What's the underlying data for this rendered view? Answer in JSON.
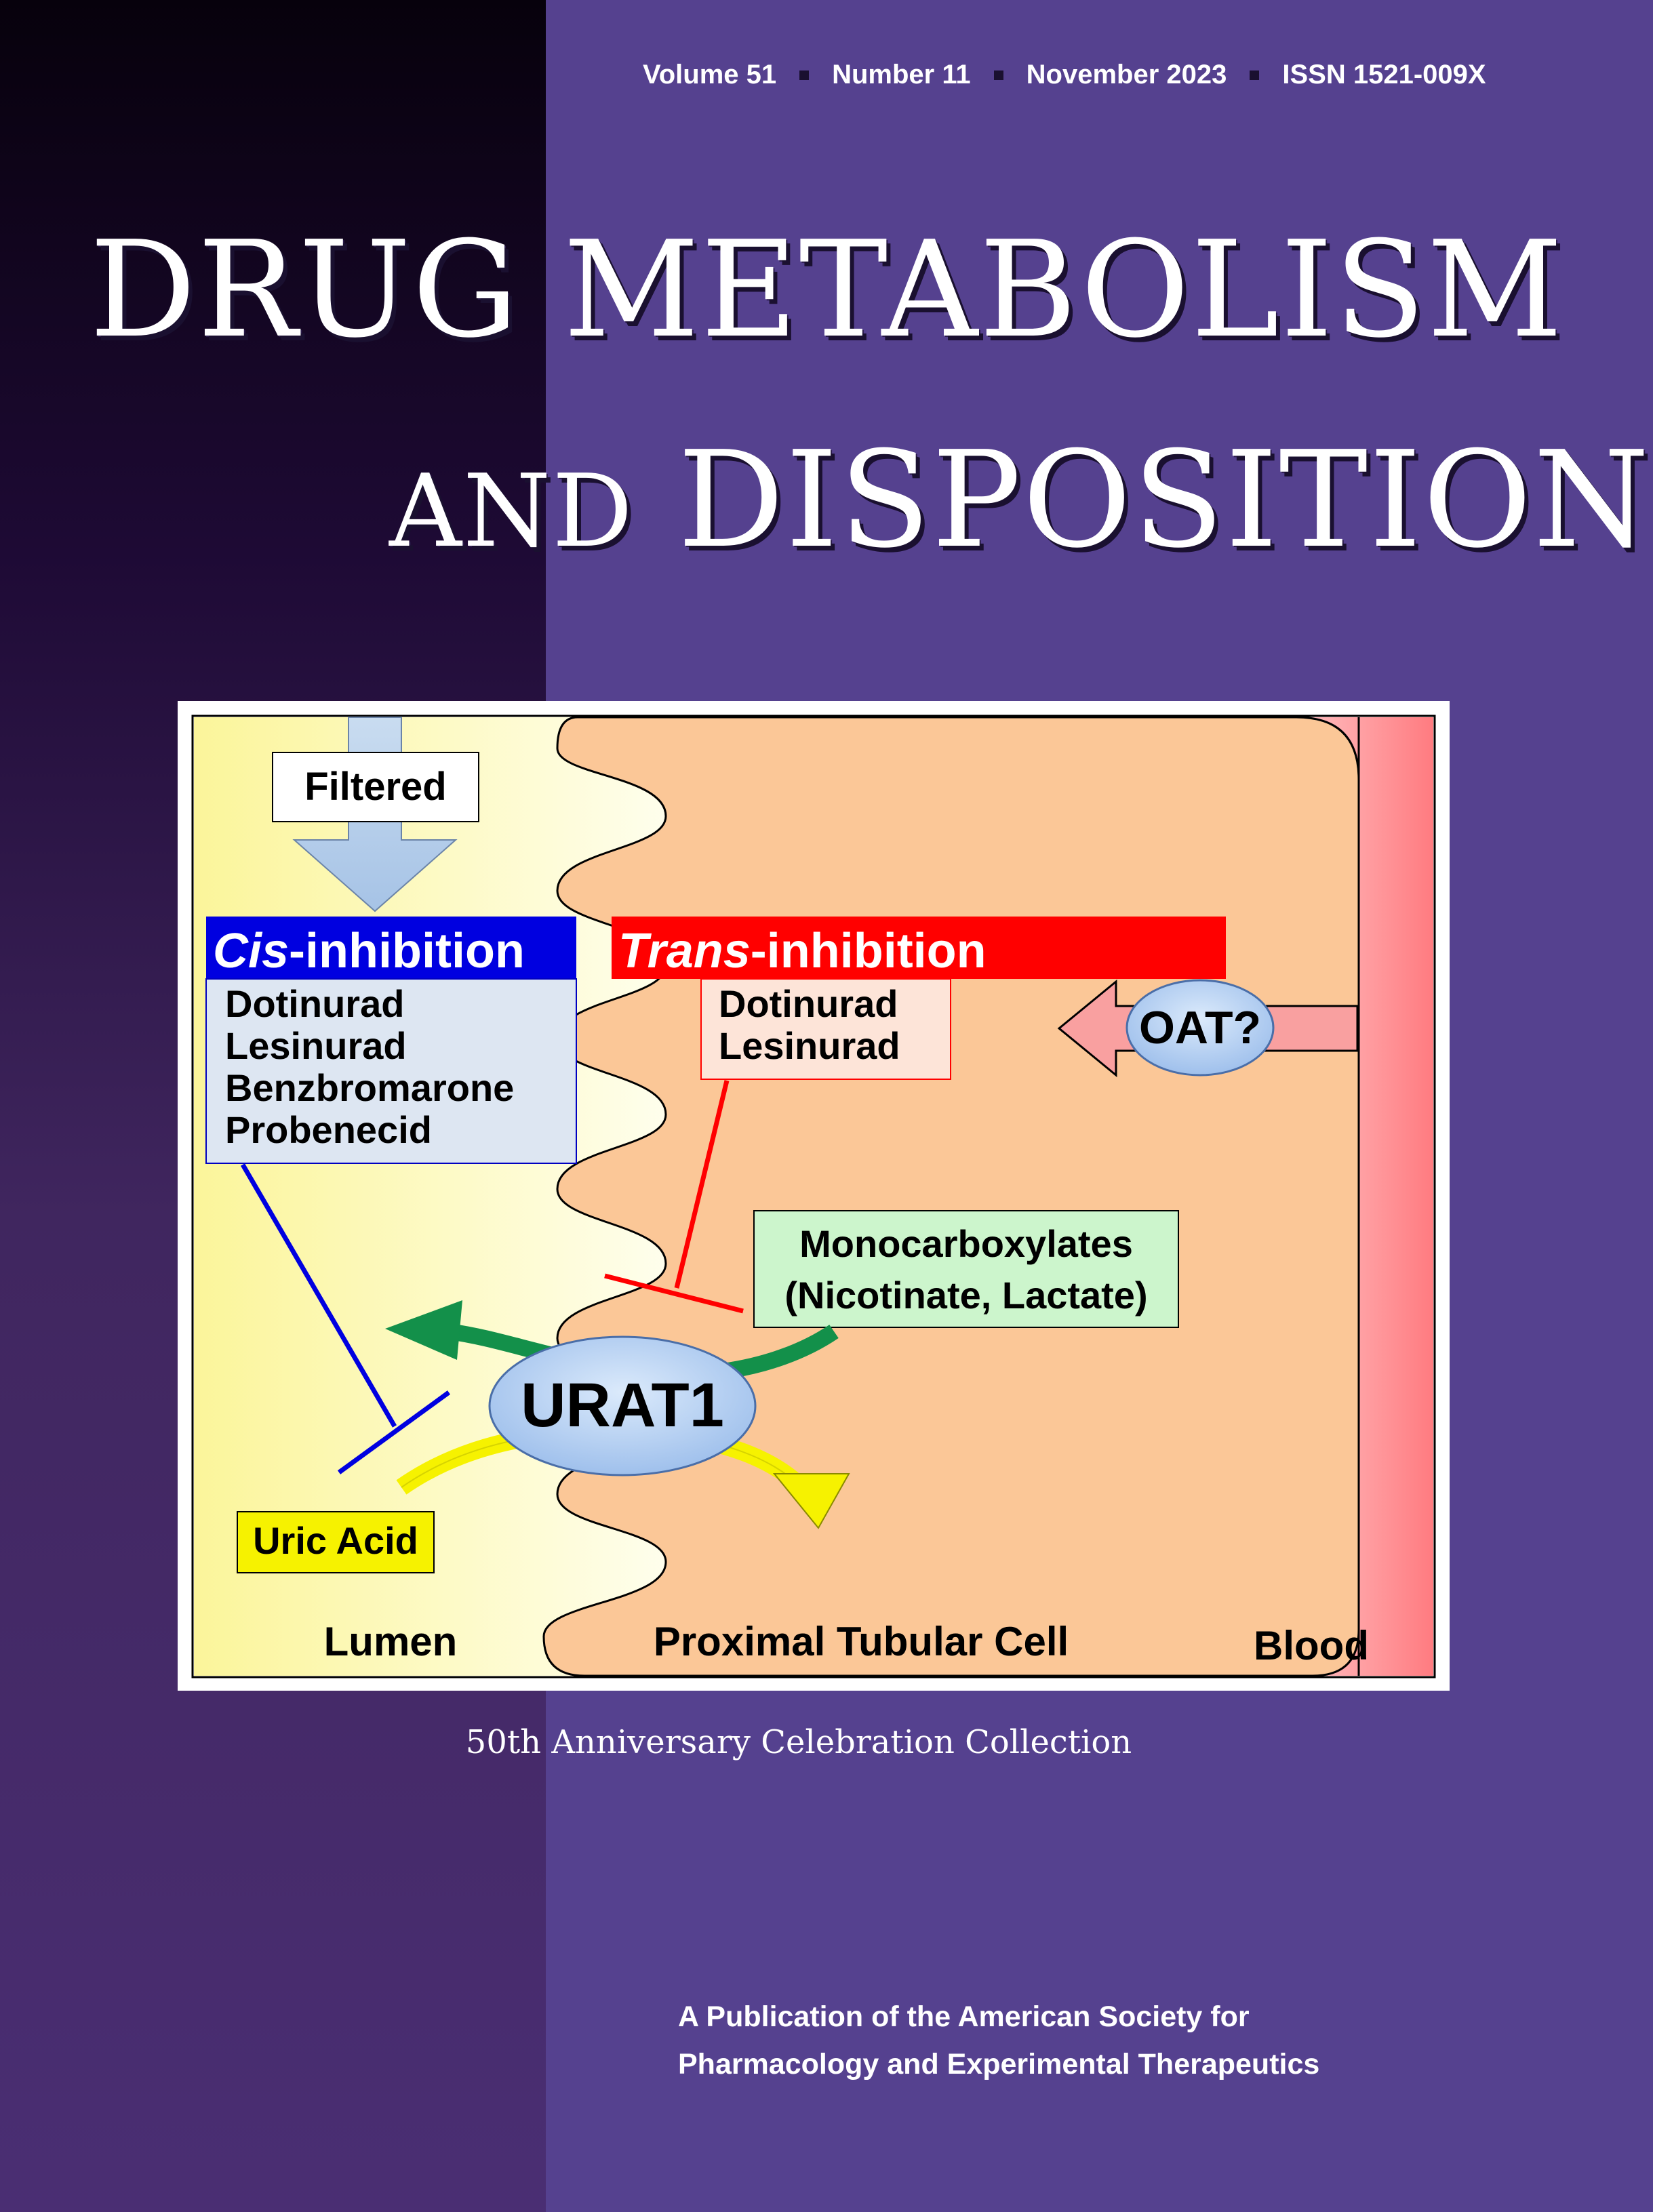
{
  "masthead": {
    "volume": "Volume 51",
    "number": "Number 11",
    "date": "November 2023",
    "issn": "ISSN 1521-009X"
  },
  "title": {
    "line1": "DRUG METABOLISM",
    "line2_and": "AND",
    "line2_rest": "DISPOSITION"
  },
  "figure": {
    "filtered": "Filtered",
    "cis_label_italic": "Cis",
    "cis_label_rest": "-inhibition",
    "cis_drugs": [
      "Dotinurad",
      "Lesinurad",
      "Benzbromarone",
      "Probenecid"
    ],
    "trans_label_italic": "Trans",
    "trans_label_rest": "-inhibition",
    "trans_drugs": [
      "Dotinurad",
      "Lesinurad"
    ],
    "oat": "OAT?",
    "monocarboxylates_line1": "Monocarboxylates",
    "monocarboxylates_line2": "(Nicotinate, Lactate)",
    "urat1": "URAT1",
    "uric_acid": "Uric Acid",
    "lumen": "Lumen",
    "cell": "Proximal Tubular Cell",
    "blood": "Blood",
    "colors": {
      "lumen_yellow": "#fbf7a8",
      "cell_orange": "#fbc797",
      "blood_red": "#ff8080",
      "cis_blue": "#0000e0",
      "trans_red": "#ff0000",
      "urat1_blue": "#a8c8f0",
      "green_arrow": "#13904a",
      "yellow_arrow": "#f6f200"
    }
  },
  "caption": "50th Anniversary Celebration Collection",
  "publisher": {
    "line1": "A Publication of the American Society for",
    "line2": "Pharmacology and Experimental Therapeutics"
  }
}
